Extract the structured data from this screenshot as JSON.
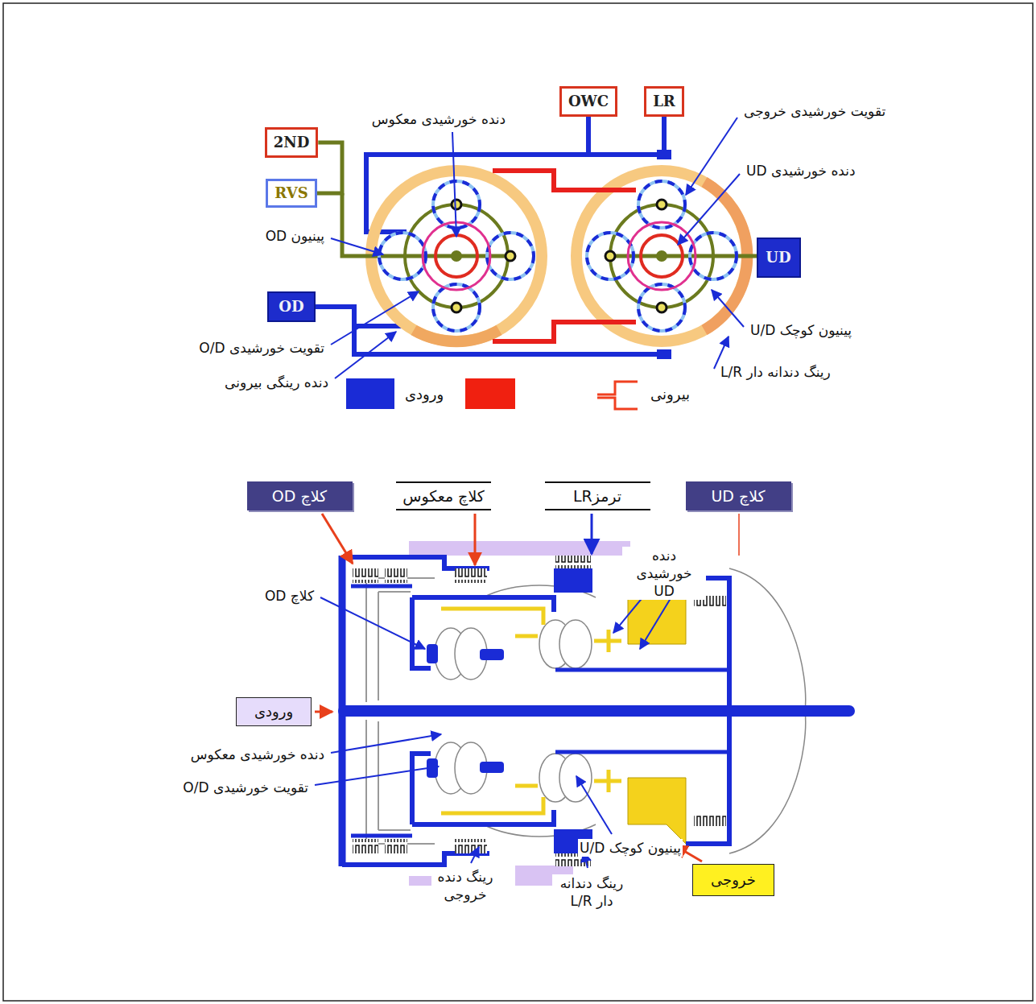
{
  "diagram": {
    "nodes": [
      {
        "text": [
          "2ND"
        ]
      },
      {
        "text": [
          "RVS"
        ]
      },
      {
        "text": [
          "OWC"
        ]
      },
      {
        "text": [
          "LR"
        ]
      },
      {
        "text": [
          "OD"
        ]
      },
      {
        "text": [
          "UD"
        ]
      },
      {
        "text": [
          "کلاچ OD"
        ]
      },
      {
        "text": [
          "کلاچ معکوس"
        ]
      },
      {
        "text": [
          "ترمزLR"
        ]
      },
      {
        "text": [
          "کلاچ UD"
        ]
      },
      {
        "text": [
          "ورودی"
        ]
      },
      {
        "text": [
          "خروجی"
        ]
      }
    ],
    "edges": [
      {
        "from": 0,
        "to": 1,
        "arrow": "none"
      },
      {
        "from": 2,
        "to": 3,
        "arrow": "none"
      }
    ],
    "labels": [
      "دنده خورشیدی معکوس",
      "تقویت خورشیدی خروجی",
      "دنده خورشیدی UD",
      "پینیون OD",
      "پینیون کوچک U/D",
      "تقویت خورشیدی O/D",
      "رینگ دندانه دار L/R",
      "دنده رینگی بیرونی",
      "کلاچ OD",
      "دنده خورشیدی UD",
      "دنده خورشیدی معکوس",
      "تقویت خورشیدی O/D",
      "پینیون کوچک U/D",
      "رینگ دنده خروجی",
      "رینگ دندانه دار L/R"
    ],
    "legend": [
      {
        "text": "ورودی",
        "color": "#1a2bd6"
      },
      {
        "text": "بیرونی"
      }
    ]
  }
}
